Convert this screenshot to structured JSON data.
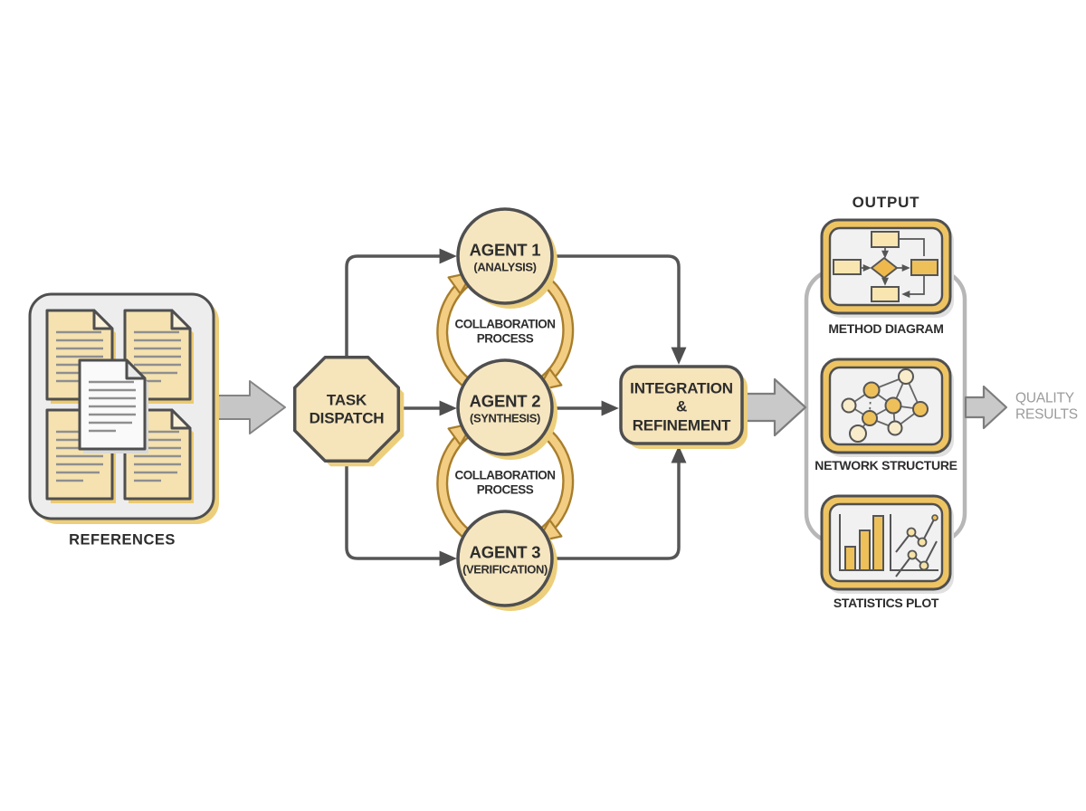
{
  "references": {
    "label": "REFERENCES",
    "icon": "document-stack-icon"
  },
  "flow": {
    "task_dispatch": {
      "label": "TASK\nDISPATCH",
      "shape": "octagon"
    },
    "agents": [
      {
        "name": "AGENT 1",
        "role": "(ANALYSIS)"
      },
      {
        "name": "AGENT 2",
        "role": "(SYNTHESIS)"
      },
      {
        "name": "AGENT 3",
        "role": "(VERIFICATION)"
      }
    ],
    "collaboration_label": "COLLABORATION\nPROCESS",
    "integration_label": "INTEGRATION\n&\nREFINEMENT"
  },
  "output": {
    "title": "OUTPUT",
    "items": [
      {
        "label": "METHOD DIAGRAM",
        "icon": "flowchart-icon"
      },
      {
        "label": "NETWORK STRUCTURE",
        "icon": "network-graph-icon"
      },
      {
        "label": "STATISTICS PLOT",
        "icon": "bar-and-line-chart-icon"
      }
    ]
  },
  "result_label": "QUALITY\nRESULTS",
  "colors": {
    "cream_fill": "#f6e4ba",
    "gold_accent": "#eec05a",
    "gold_arrow_fill": "#f3cd82",
    "gold_arrow_outline": "#a87e2c",
    "dark_outline": "#4f4f4f",
    "gray_arrow_fill": "#c6c6c6",
    "gray_arrow_outline": "#848484",
    "bracket_gray": "#b7b7b7",
    "text_dark": "#2d2d2d",
    "text_gray": "#9b9b9b",
    "shadow_gold": "#ecce7c"
  }
}
